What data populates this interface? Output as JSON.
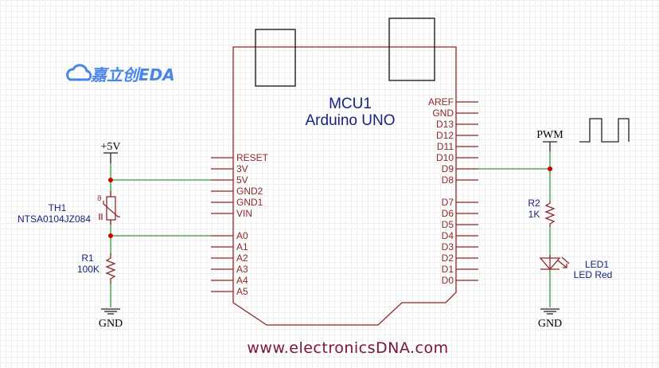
{
  "logo": {
    "text": "嘉立创EDA"
  },
  "mcu": {
    "designator": "MCU1",
    "name": "Arduino UNO",
    "left_pins": [
      "RESET",
      "3V",
      "5V",
      "GND2",
      "GND1",
      "VIN",
      "A0",
      "A1",
      "A2",
      "A3",
      "A4",
      "A5"
    ],
    "right_pins": [
      "AREF",
      "GND",
      "D13",
      "D12",
      "D11",
      "D10",
      "D9",
      "D8",
      "D7",
      "D6",
      "D5",
      "D4",
      "D3",
      "D2",
      "D1",
      "D0"
    ]
  },
  "power": {
    "vcc": "+5V",
    "gnd_left": "GND",
    "gnd_right": "GND",
    "pwm": "PWM"
  },
  "th1": {
    "designator": "TH1",
    "value": "NTSA0104JZ084"
  },
  "r1": {
    "designator": "R1",
    "value": "100K"
  },
  "r2": {
    "designator": "R2",
    "value": "1K"
  },
  "led1": {
    "designator": "LED1",
    "value": "LED Red"
  },
  "footer": {
    "website": "www.electronicsDNA.com"
  },
  "colors": {
    "wire": "#3a9a3a",
    "part": "#8b2a2a",
    "junction": "#cc0000",
    "designator": "#1a237e"
  }
}
